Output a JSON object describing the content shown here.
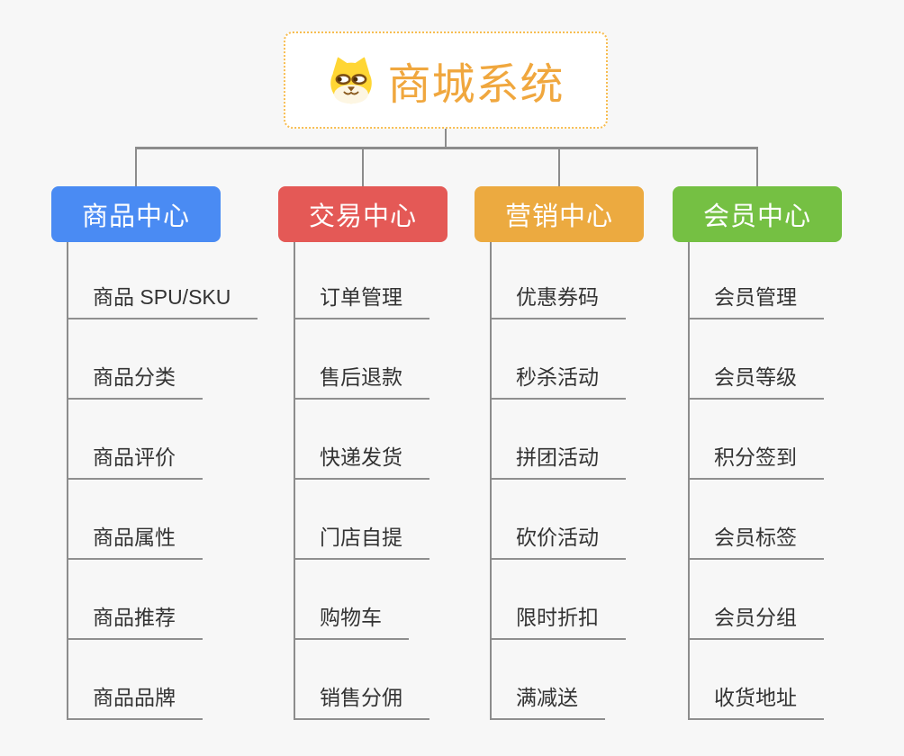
{
  "root": {
    "title": "商城系统",
    "icon": "dog-face-icon"
  },
  "colors": {
    "background": "#f7f7f7",
    "connector": "#8c8c8c",
    "root_border": "#f7bd51",
    "root_text": "#f0a73e",
    "leaf_text": "#333333",
    "branch_text": "#ffffff"
  },
  "branches": [
    {
      "label": "商品中心",
      "color": "#4a8bf3",
      "items": [
        "商品 SPU/SKU",
        "商品分类",
        "商品评价",
        "商品属性",
        "商品推荐",
        "商品品牌"
      ]
    },
    {
      "label": "交易中心",
      "color": "#e45956",
      "items": [
        "订单管理",
        "售后退款",
        "快递发货",
        "门店自提",
        "购物车",
        "销售分佣"
      ]
    },
    {
      "label": "营销中心",
      "color": "#ecaa40",
      "items": [
        "优惠券码",
        "秒杀活动",
        "拼团活动",
        "砍价活动",
        "限时折扣",
        "满减送"
      ]
    },
    {
      "label": "会员中心",
      "color": "#75c043",
      "items": [
        "会员管理",
        "会员等级",
        "积分签到",
        "会员标签",
        "会员分组",
        "收货地址"
      ]
    }
  ]
}
